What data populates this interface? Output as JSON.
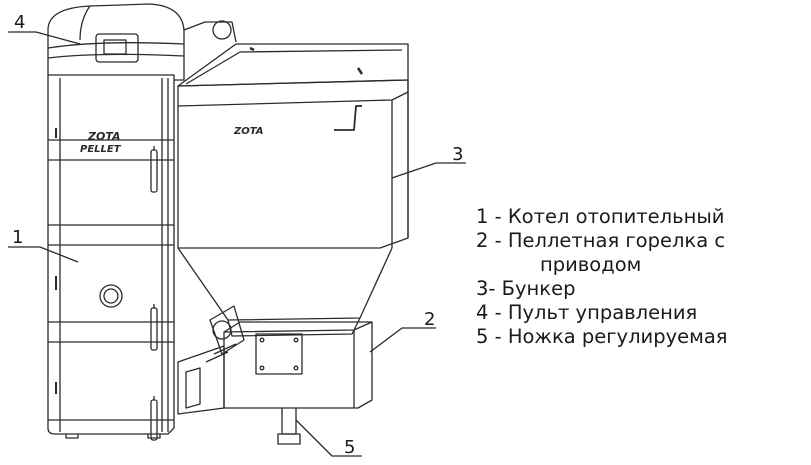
{
  "callouts": {
    "c1": "1",
    "c2": "2",
    "c3": "3",
    "c4": "4",
    "c5": "5"
  },
  "logos": {
    "boiler_line1": "ZOTA",
    "boiler_line2": "PELLET",
    "hopper": "ZOTA"
  },
  "legend": [
    "1 - Котел отопительный",
    "2 - Пеллетная горелка с",
    "приводом",
    "3- Бункер",
    "4 - Пульт управления",
    "5 - Ножка регулируемая"
  ],
  "colors": {
    "stroke": "#2b2b2b",
    "text": "#1a1a1a"
  }
}
